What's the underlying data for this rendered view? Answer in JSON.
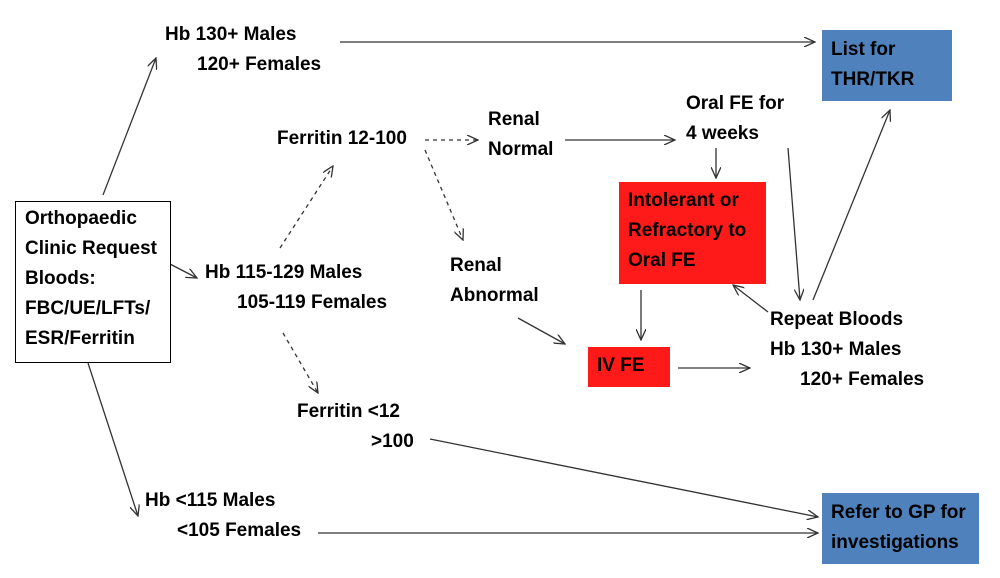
{
  "start": {
    "lines": [
      "Orthopaedic",
      "Clinic Request",
      "Bloods:",
      "FBC/UE/LFTs/",
      "ESR/Ferritin"
    ]
  },
  "hb_high": {
    "line1": "Hb 130+ Males",
    "line2": "120+ Females"
  },
  "hb_mid": {
    "line1": "Hb 115-129 Males",
    "line2": "105-119 Females"
  },
  "hb_low": {
    "line1": "Hb <115 Males",
    "line2": "<105 Females"
  },
  "ferritin_normal": {
    "label": "Ferritin 12-100"
  },
  "ferritin_abnormal": {
    "line1": "Ferritin <12",
    "line2": ">100"
  },
  "renal_normal": {
    "line1": "Renal",
    "line2": "Normal"
  },
  "renal_abnormal": {
    "line1": "Renal",
    "line2": "Abnormal"
  },
  "oral_fe": {
    "line1": "Oral FE for",
    "line2": "4 weeks"
  },
  "intolerant": {
    "lines": [
      "Intolerant or",
      "Refractory to",
      "Oral FE"
    ]
  },
  "iv_fe": {
    "label": "IV FE"
  },
  "repeat_bloods": {
    "line1": "Repeat Bloods",
    "line2": "Hb 130+ Males",
    "line3": "120+ Females"
  },
  "list_thr": {
    "line1": "List for",
    "line2": "THR/TKR"
  },
  "refer_gp": {
    "line1": "Refer to GP for",
    "line2": "investigations"
  },
  "colors": {
    "blue_box": "#4f81bd",
    "red_box": "#ff1a1a",
    "arrow": "#333333"
  }
}
